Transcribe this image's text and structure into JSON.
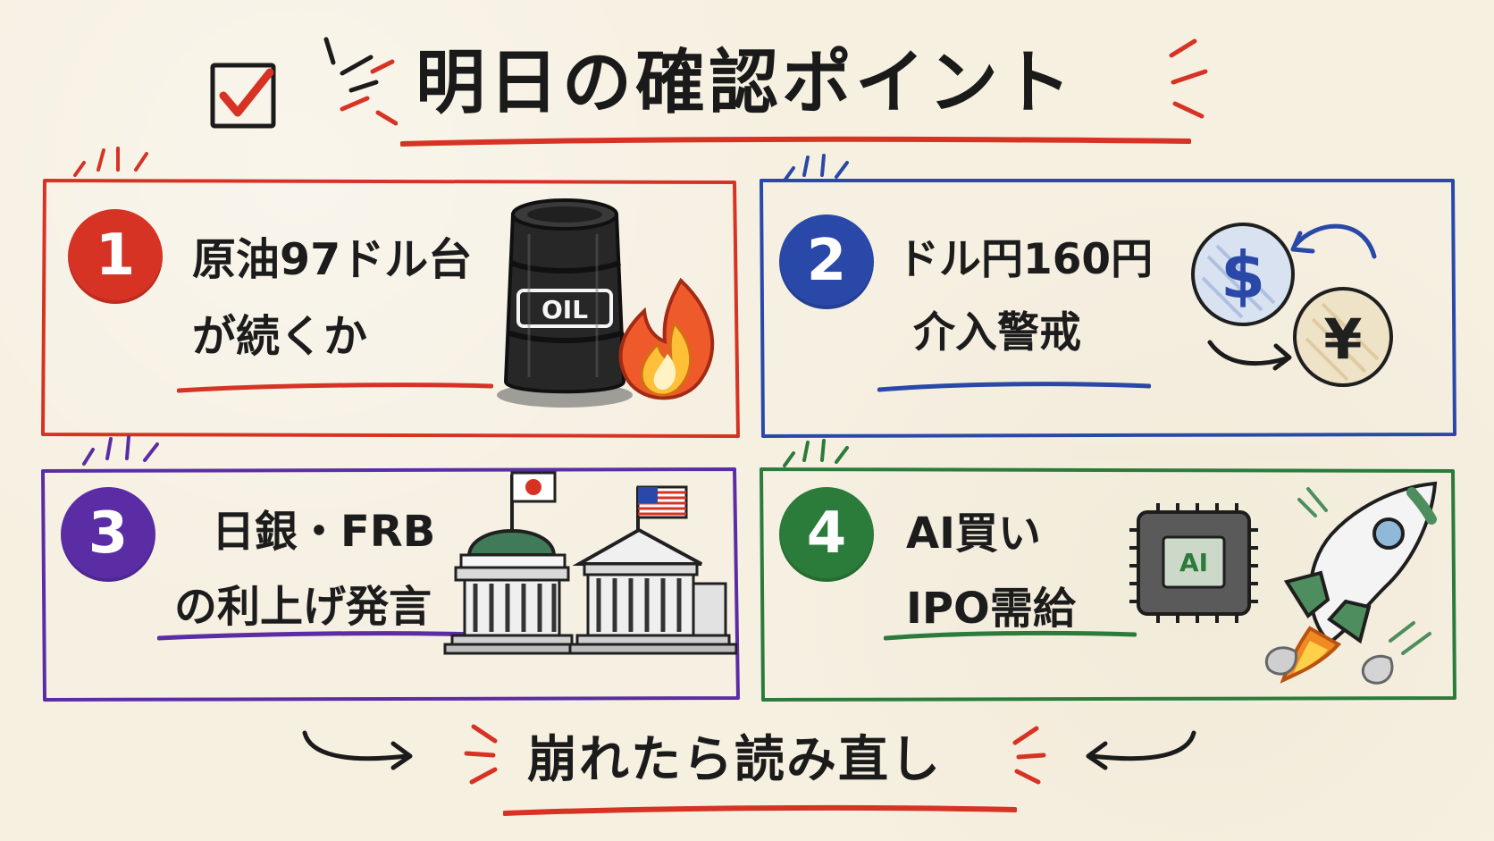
{
  "header": {
    "title": "明日の確認ポイント",
    "icon": "checkbox-checked-icon"
  },
  "cards": [
    {
      "number": "1",
      "text_line1": "原油97ドル台",
      "text_line2": "が続くか",
      "accent": "#d63325",
      "icons": [
        "oil-barrel-icon",
        "flame-icon"
      ],
      "oil_label": "OIL"
    },
    {
      "number": "2",
      "text_line1": "ドル円160円",
      "text_line2": "介入警戒",
      "accent": "#2948a8",
      "icons": [
        "dollar-coin-icon",
        "yen-coin-icon",
        "exchange-arrow-icon"
      ],
      "dollar_symbol": "$",
      "yen_symbol": "¥"
    },
    {
      "number": "3",
      "text_line1": "日銀・FRB",
      "text_line2": "の利上げ発言",
      "accent": "#5b2da5",
      "icons": [
        "japan-central-bank-icon",
        "us-central-bank-icon",
        "japan-flag-icon",
        "us-flag-icon"
      ]
    },
    {
      "number": "4",
      "text_line1": "AI買い",
      "text_line2": "IPO需給",
      "accent": "#2b7b3a",
      "icons": [
        "ai-chip-icon",
        "rocket-icon"
      ],
      "chip_label": "AI"
    }
  ],
  "footer": {
    "text": "崩れたら読み直し"
  },
  "colors": {
    "background": "#f6f0e1",
    "red": "#d63325",
    "blue": "#2948a8",
    "purple": "#5b2da5",
    "green": "#2b7b3a",
    "ink": "#1a1a1a"
  }
}
